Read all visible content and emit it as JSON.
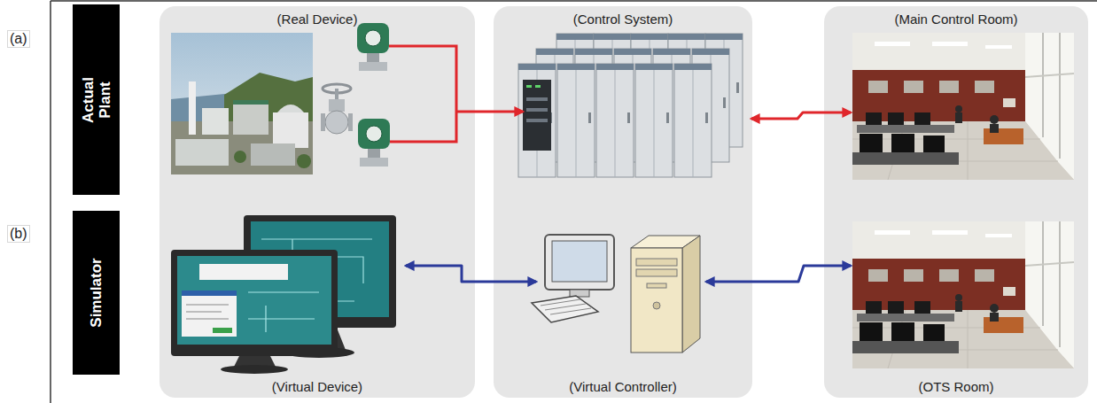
{
  "diagram": {
    "nodes": [
      {
        "text": [
          "Actual Plant"
        ]
      },
      {
        "text": [
          "Simulator"
        ]
      },
      {
        "text": [
          "(Real Device)",
          "(Virtual Device)"
        ]
      },
      {
        "text": [
          "(Control System)",
          "(Virtual Controller)"
        ]
      },
      {
        "text": [
          "(Main Control Room)",
          "(OTS Room)"
        ]
      }
    ],
    "edges": [
      {
        "from": 2,
        "to": 3,
        "arrow": "to"
      },
      {
        "from": 3,
        "to": 4,
        "arrow": "both"
      },
      {
        "from": 2,
        "to": 3,
        "arrow": "both"
      },
      {
        "from": 3,
        "to": 4,
        "arrow": "both"
      }
    ],
    "labels": [
      "(a)",
      "(b)"
    ]
  }
}
